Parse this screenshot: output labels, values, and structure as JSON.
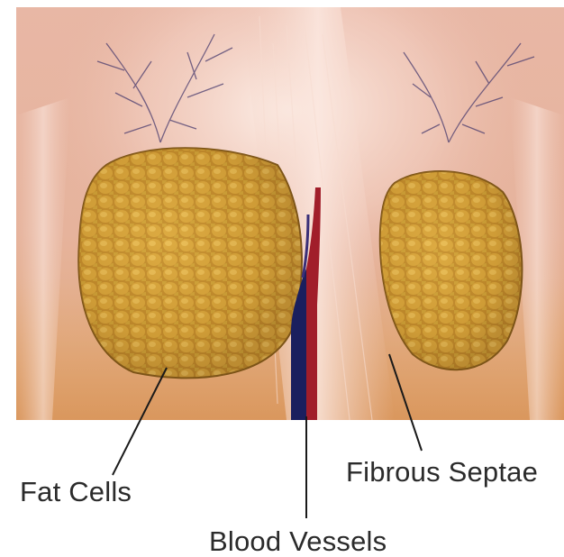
{
  "labels": {
    "fat_cells": "Fat Cells",
    "fibrous_septae": "Fibrous Septae",
    "blood_vessels": "Blood Vessels"
  },
  "colors": {
    "background": "#ffffff",
    "tissue_pink": "#e9b7a6",
    "fat_gold": "#c9932f",
    "vein_blue": "#1a1f5e",
    "artery_red": "#a11e2a",
    "label_text": "#2b2b2b"
  }
}
